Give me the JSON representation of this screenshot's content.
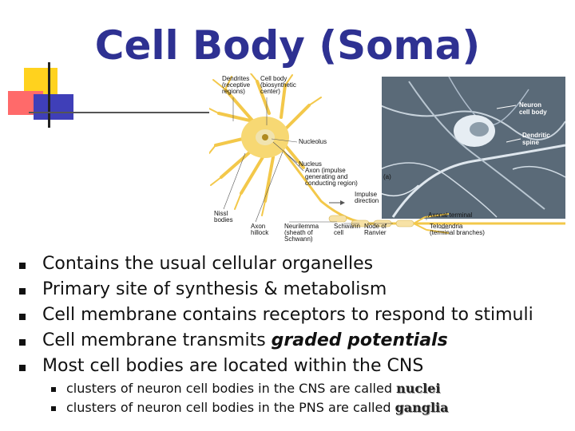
{
  "slide": {
    "title": "Cell Body (Soma)"
  },
  "figure": {
    "labels": {
      "dendrites": [
        "Dendrites",
        "(receptive",
        "regions)"
      ],
      "cell_body": [
        "Cell body",
        "(biosynthetic",
        "center)"
      ],
      "nucleolus": "Nucleolus",
      "nucleus": "Nucleus",
      "axon": [
        "Axon (impulse",
        "generating and",
        "conducting region)"
      ],
      "impulse": [
        "Impulse",
        "direction"
      ],
      "panel": "(a)",
      "nissl": [
        "Nissl",
        "bodies"
      ],
      "axon_hillock": [
        "Axon",
        "hillock"
      ],
      "neurilemma": [
        "Neurilemma",
        "(sheath of",
        "Schwann)"
      ],
      "schwann": [
        "Schwann",
        "cell"
      ],
      "node": [
        "Node of",
        "Ranvier"
      ],
      "axonal_terminal": "Axonal terminal",
      "telodendria": [
        "Telodendria",
        "(terminal branches)"
      ],
      "neuron_cell_body": [
        "Neuron",
        "cell body"
      ],
      "dendritic_spine": [
        "Dendritic",
        "spine"
      ]
    }
  },
  "bullets": [
    {
      "text": "Contains the usual cellular organelles"
    },
    {
      "text": "Primary site of synthesis & metabolism"
    },
    {
      "text": "Cell membrane contains receptors to respond to stimuli"
    },
    {
      "text_before": "Cell membrane transmits ",
      "emphasis": "graded potentials"
    },
    {
      "text": "Most cell bodies are located within the CNS"
    }
  ],
  "sub_bullets": [
    {
      "text_before": "clusters of neuron cell bodies in the CNS are called ",
      "emphasis": "nuclei"
    },
    {
      "text_before": "clusters of neuron cell bodies in the PNS are called ",
      "emphasis": "ganglia"
    }
  ]
}
